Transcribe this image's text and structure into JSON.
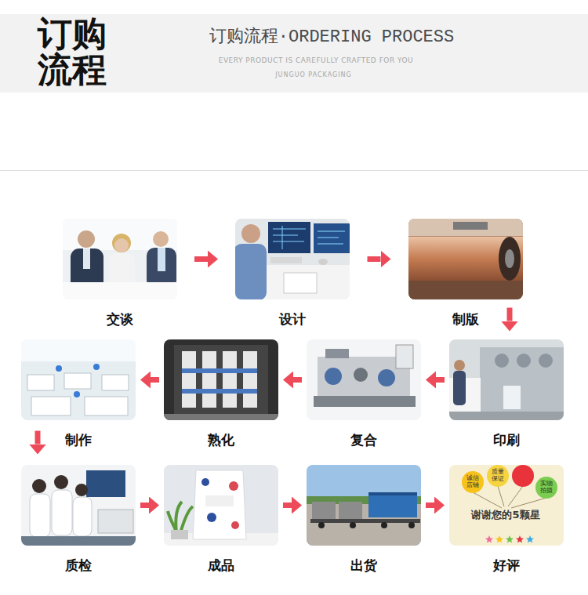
{
  "diagram": {
    "title": "订购流程",
    "nodes": [
      {
        "text": [
          "交谈"
        ]
      },
      {
        "text": [
          "设计"
        ]
      },
      {
        "text": [
          "制版"
        ]
      },
      {
        "text": [
          "印刷"
        ]
      },
      {
        "text": [
          "复合"
        ]
      },
      {
        "text": [
          "熟化"
        ]
      },
      {
        "text": [
          "制作"
        ]
      },
      {
        "text": [
          "质检"
        ]
      },
      {
        "text": [
          "成品"
        ]
      },
      {
        "text": [
          "出货"
        ]
      },
      {
        "text": [
          "好评"
        ]
      }
    ],
    "edges": [
      {
        "from": 0,
        "to": 1,
        "arrow": "to"
      },
      {
        "from": 1,
        "to": 2,
        "arrow": "to"
      },
      {
        "from": 2,
        "to": 3,
        "arrow": "to"
      },
      {
        "from": 3,
        "to": 4,
        "arrow": "to"
      },
      {
        "from": 4,
        "to": 5,
        "arrow": "to"
      },
      {
        "from": 5,
        "to": 6,
        "arrow": "to"
      },
      {
        "from": 6,
        "to": 7,
        "arrow": "to"
      },
      {
        "from": 7,
        "to": 8,
        "arrow": "to"
      },
      {
        "from": 8,
        "to": 9,
        "arrow": "to"
      },
      {
        "from": 9,
        "to": 10,
        "arrow": "to"
      }
    ],
    "labels": [
      "订购流程·ORDERING PROCESS",
      "EVERY PRODUCT IS CAREFULLY CRAFTED FOR YOU",
      "JUNGUO PACKAGING",
      "诚信店铺",
      "质量保证",
      "实物拍摄",
      "谢谢您的5颗星"
    ]
  }
}
